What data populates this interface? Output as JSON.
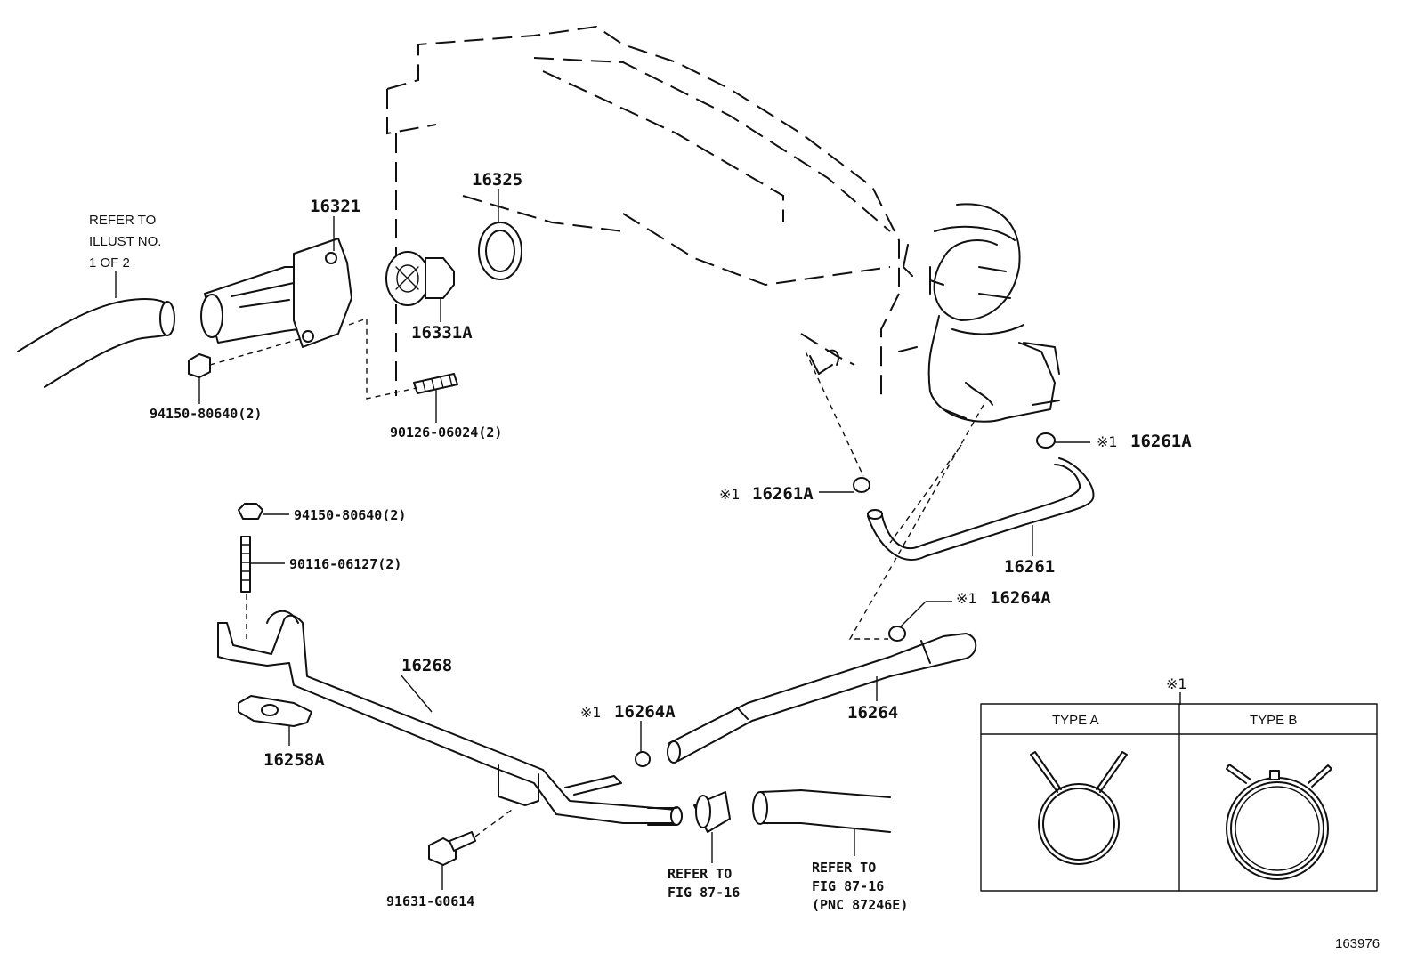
{
  "labels": {
    "p16321": "16321",
    "p16325": "16325",
    "p16331a": "16331A",
    "p94150_a": "94150-80640(2)",
    "p90126": "90126-06024(2)",
    "p94150_b": "94150-80640(2)",
    "p90116": "90116-06127(2)",
    "p16268": "16268",
    "p16258a": "16258A",
    "p91631": "91631-G0614",
    "p16264a_left": "16264A",
    "p16264a_right": "16264A",
    "p16264": "16264",
    "p16261": "16261",
    "p16261a_left": "16261A",
    "p16261a_right": "16261A"
  },
  "clamp_mark": "※1",
  "refer_illust": [
    "REFER TO",
    "ILLUST NO.",
    "1 OF 2"
  ],
  "refer_fig_a": [
    "REFER TO",
    "FIG 87-16"
  ],
  "refer_fig_b": [
    "REFER TO",
    "FIG 87-16",
    "(PNC 87246E)"
  ],
  "clamp_types": {
    "mark": "※1",
    "type_a": "TYPE A",
    "type_b": "TYPE B"
  },
  "figure_number": "163976"
}
